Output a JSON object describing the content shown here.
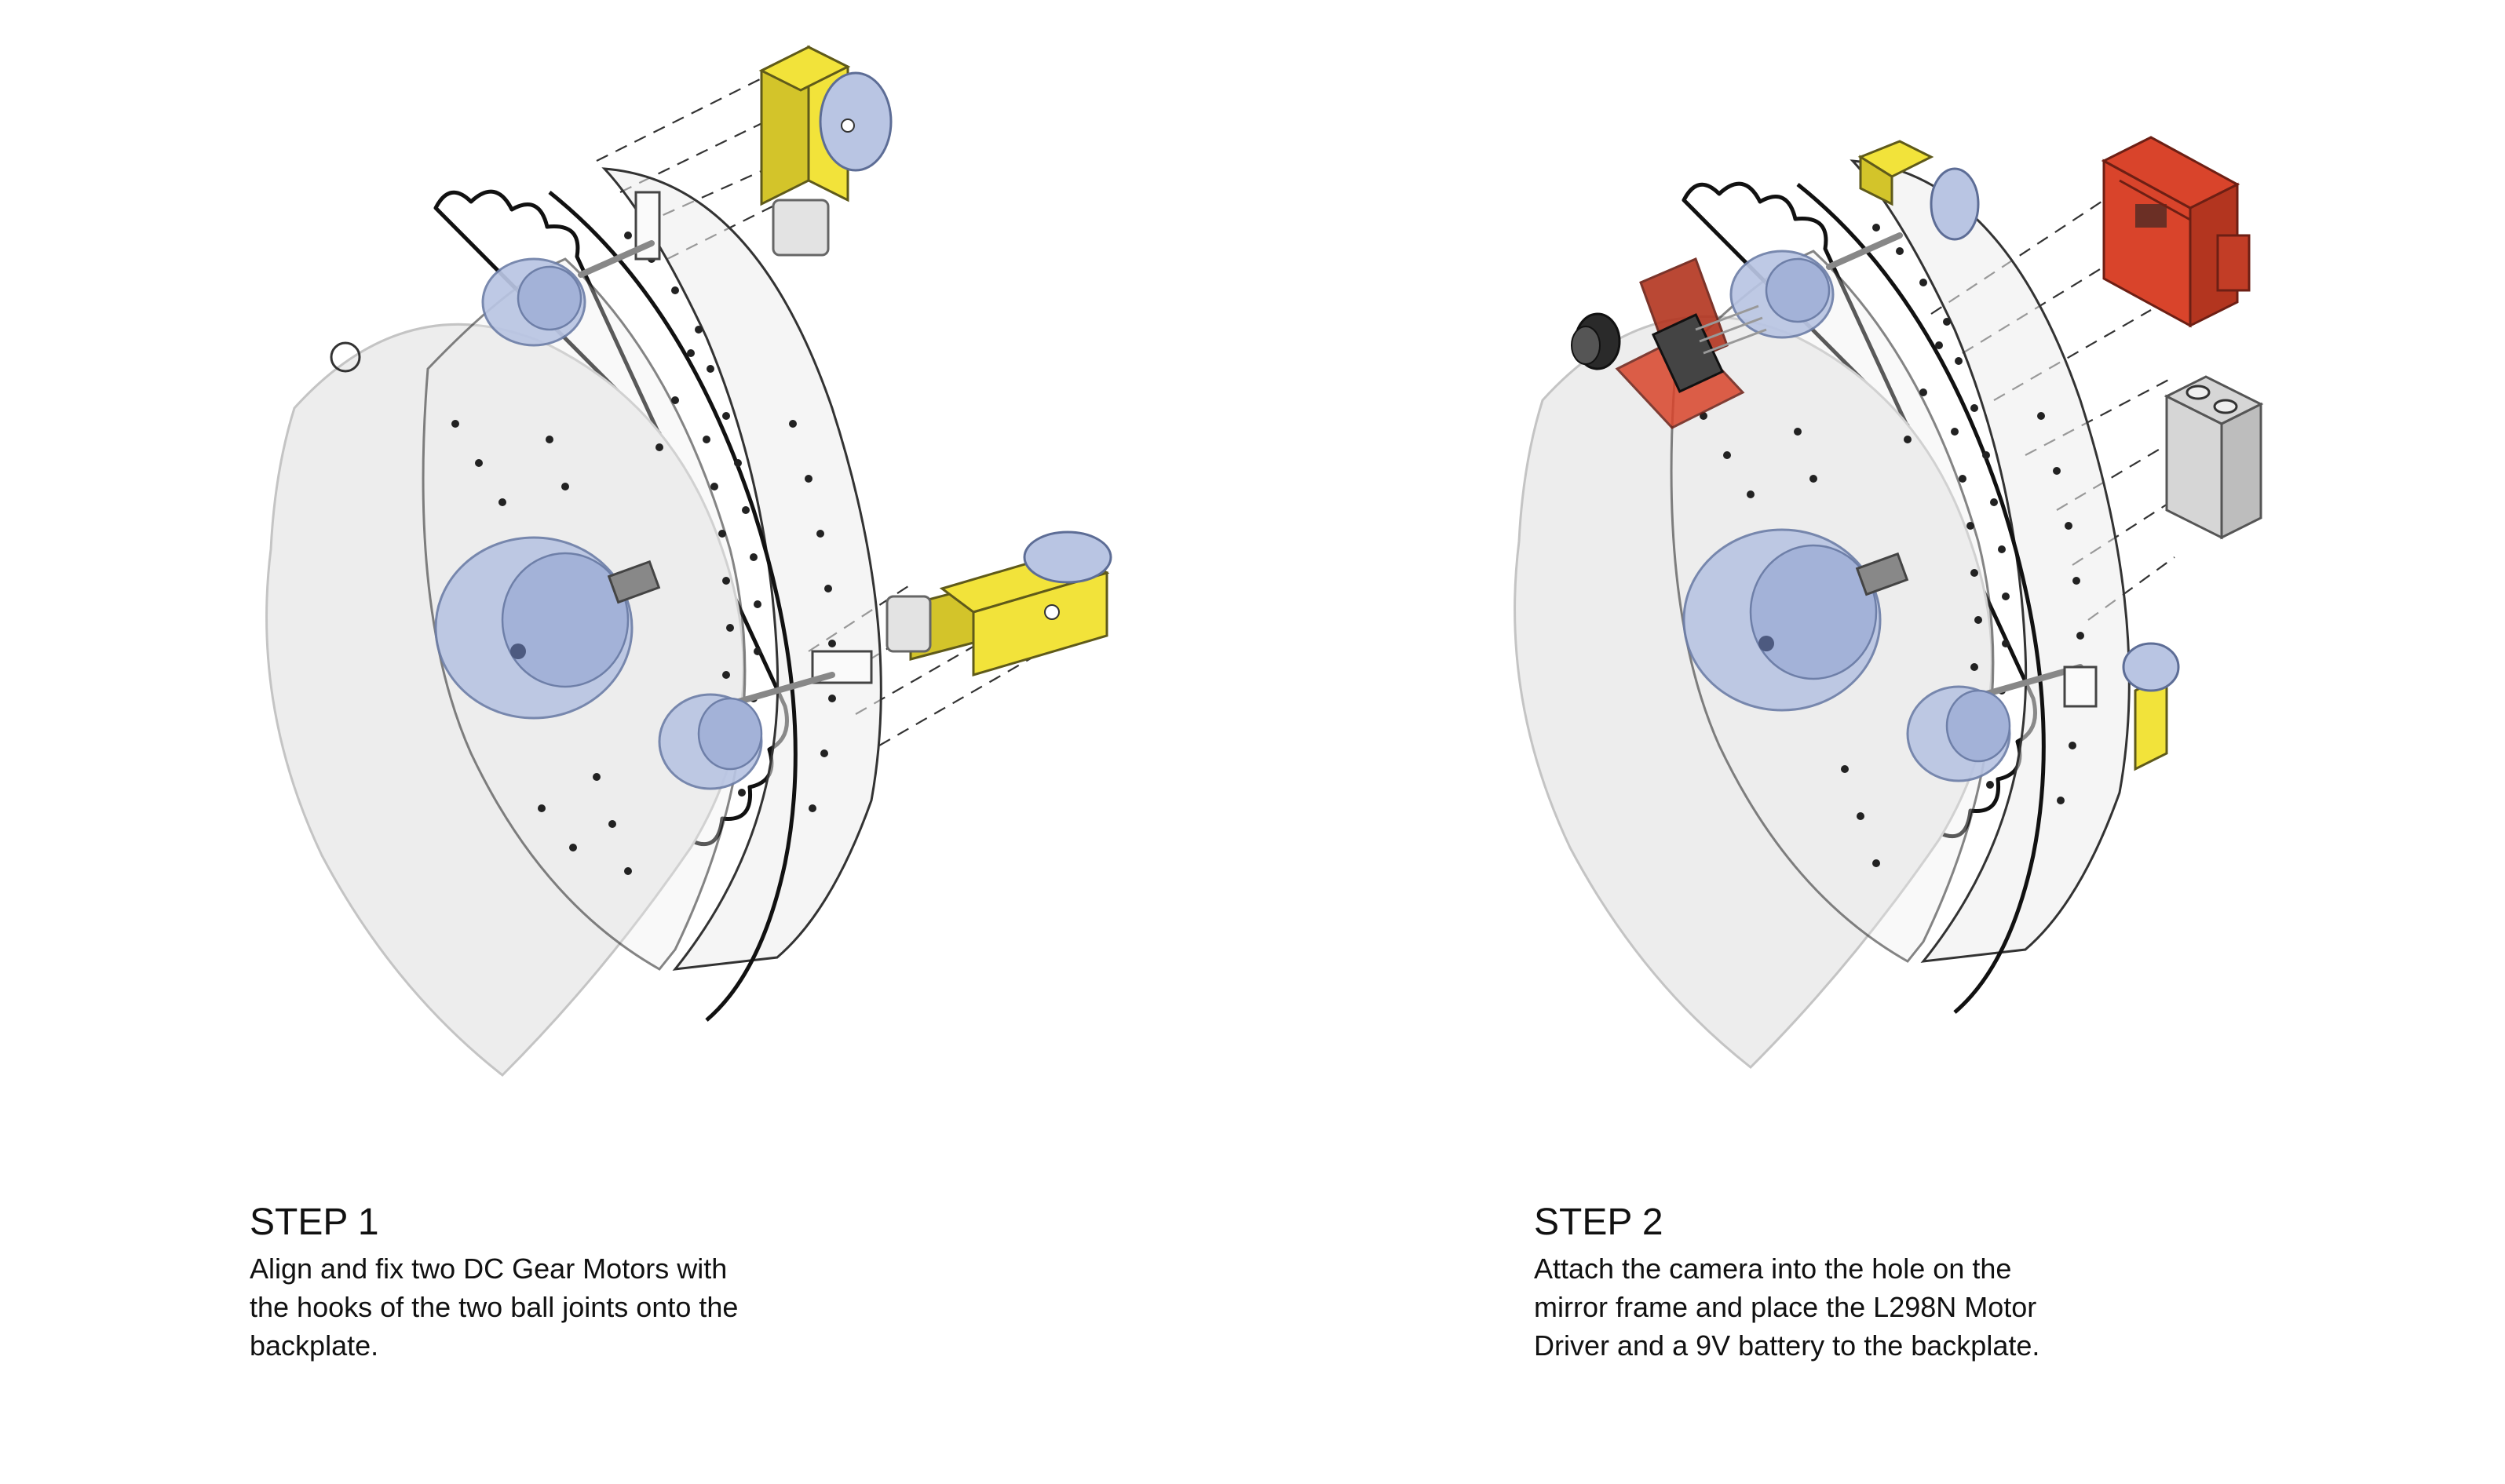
{
  "steps": [
    {
      "title": "STEP 1",
      "text": "Align and fix two DC Gear Motors with\nthe hooks of the two ball joints onto the\nbackplate."
    },
    {
      "title": "STEP 2",
      "text": "Attach the camera into the hole on the\nmirror frame and place the L298N Motor\nDriver and a 9V battery to the backplate."
    }
  ],
  "colors": {
    "motor_yellow": "#f2e33a",
    "ball_joint_blue": "#b9c5e3",
    "driver_red": "#d9442b",
    "battery_gray": "#d6d6d6"
  }
}
